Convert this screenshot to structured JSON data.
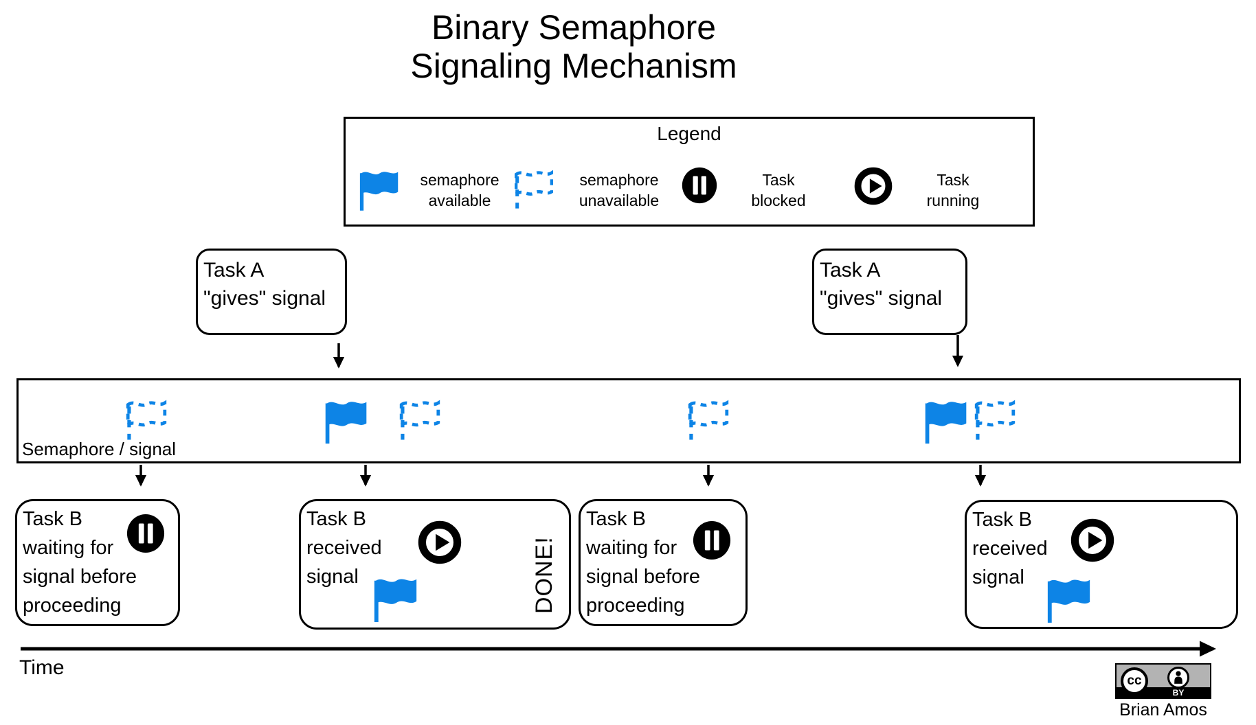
{
  "title": {
    "line1": "Binary Semaphore",
    "line2": "Signaling Mechanism"
  },
  "legend": {
    "title": "Legend",
    "items": [
      {
        "icon": "semaphore-available-flag-icon",
        "label_line1": "semaphore",
        "label_line2": "available"
      },
      {
        "icon": "semaphore-unavailable-flag-icon",
        "label_line1": "semaphore",
        "label_line2": "unavailable"
      },
      {
        "icon": "task-blocked-pause-icon",
        "label_line1": "Task",
        "label_line2": "blocked"
      },
      {
        "icon": "task-running-play-icon",
        "label_line1": "Task",
        "label_line2": "running"
      }
    ]
  },
  "task_a_boxes": [
    {
      "line1": "Task A",
      "line2": "\"gives\" signal"
    },
    {
      "line1": "Task A",
      "line2": "\"gives\" signal"
    }
  ],
  "semaphore_band": {
    "label": "Semaphore / signal",
    "flag_states": [
      "unavailable",
      "available",
      "unavailable",
      "unavailable",
      "available",
      "unavailable"
    ]
  },
  "task_b_boxes": [
    {
      "lines": [
        "Task B",
        "waiting for",
        "signal before",
        "proceeding"
      ],
      "state_icon": "pause"
    },
    {
      "lines": [
        "Task B",
        "received",
        "signal"
      ],
      "state_icon": "play",
      "note": "DONE!"
    },
    {
      "lines": [
        "Task B",
        "waiting for",
        "signal before",
        "proceeding"
      ],
      "state_icon": "pause"
    },
    {
      "lines": [
        "Task B",
        "received",
        "signal"
      ],
      "state_icon": "play"
    }
  ],
  "timeline": {
    "label": "Time"
  },
  "license": {
    "cc_text": "cc",
    "by_text": "BY",
    "attribution": "Brian Amos"
  },
  "colors": {
    "semaphore_blue": "#0d84e6",
    "line_black": "#000000",
    "badge_gray": "#b3b3b3"
  }
}
